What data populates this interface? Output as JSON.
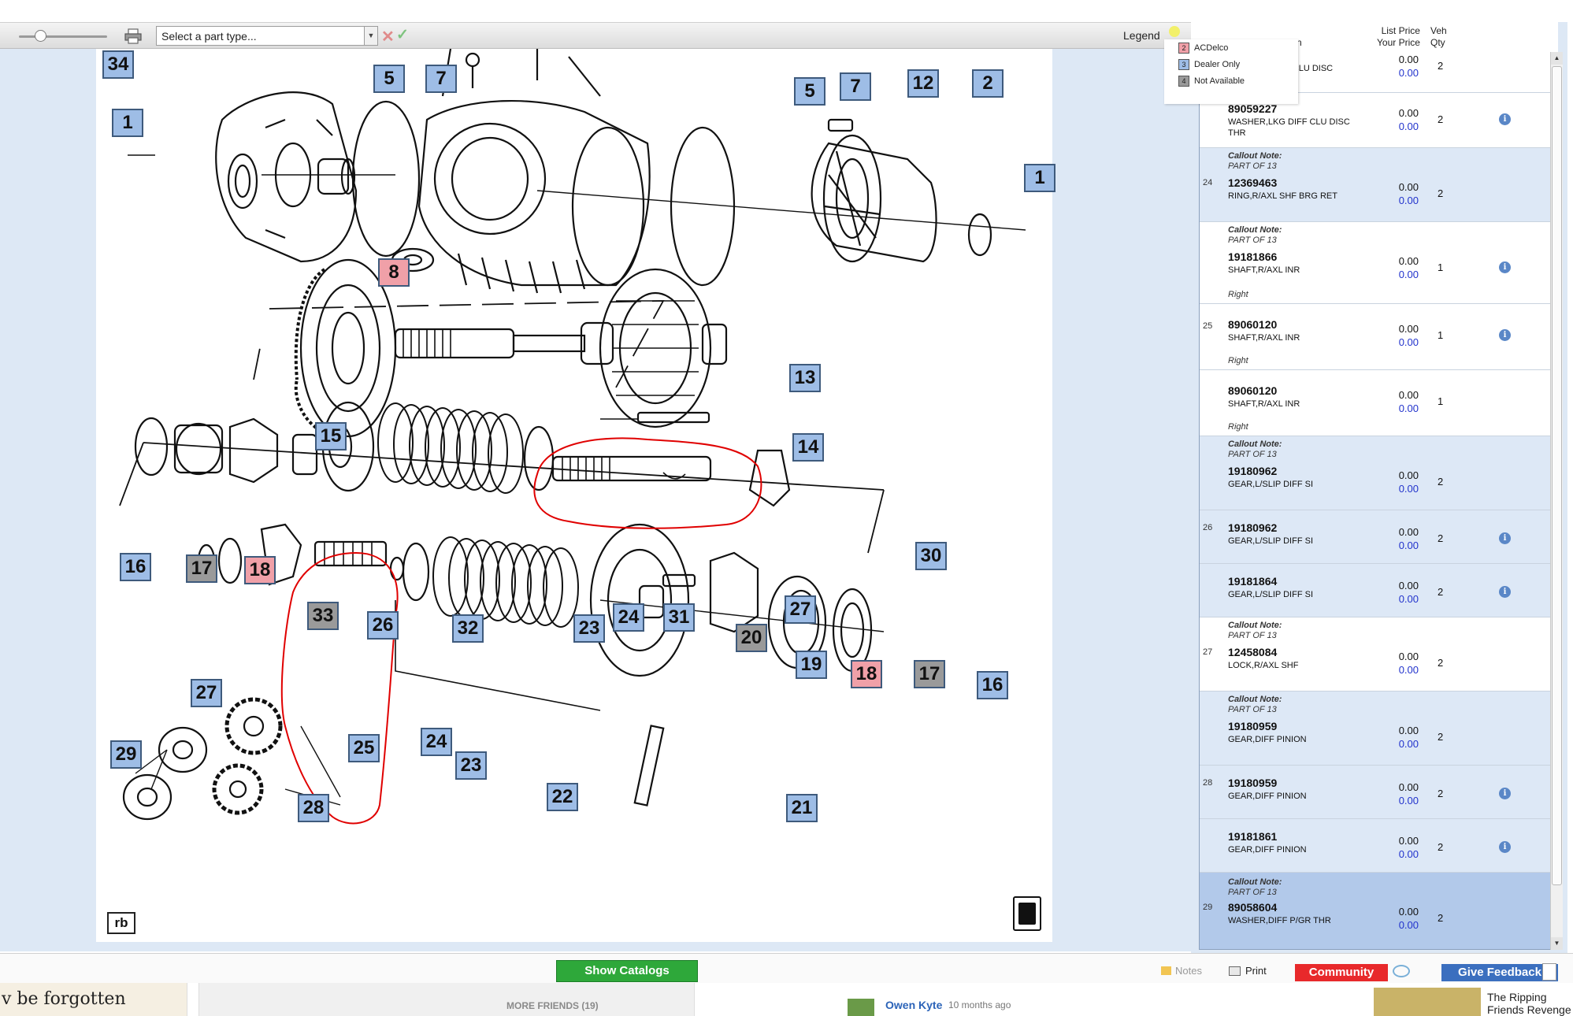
{
  "toolbar": {
    "part_type_placeholder": "Select a part type...",
    "legend_label": "Legend"
  },
  "legend": {
    "items": [
      {
        "key": "2",
        "label": "ACDelco",
        "color": "#f0a0a8"
      },
      {
        "key": "3",
        "label": "Dealer Only",
        "color": "#9ebde6"
      },
      {
        "key": "4",
        "label": "Not Available",
        "color": "#9a9a9a"
      }
    ]
  },
  "diagram": {
    "rb_label": "rb",
    "callouts": [
      {
        "n": "34",
        "t": "blue"
      },
      {
        "n": "1",
        "t": "blue"
      },
      {
        "n": "5",
        "t": "blue"
      },
      {
        "n": "7",
        "t": "blue"
      },
      {
        "n": "8",
        "t": "red"
      },
      {
        "n": "5",
        "t": "blue"
      },
      {
        "n": "7",
        "t": "blue"
      },
      {
        "n": "12",
        "t": "blue"
      },
      {
        "n": "2",
        "t": "blue"
      },
      {
        "n": "1",
        "t": "blue"
      },
      {
        "n": "13",
        "t": "blue"
      },
      {
        "n": "15",
        "t": "blue"
      },
      {
        "n": "14",
        "t": "blue"
      },
      {
        "n": "16",
        "t": "blue"
      },
      {
        "n": "17",
        "t": "gray"
      },
      {
        "n": "18",
        "t": "red"
      },
      {
        "n": "33",
        "t": "gray"
      },
      {
        "n": "26",
        "t": "blue"
      },
      {
        "n": "32",
        "t": "blue"
      },
      {
        "n": "23",
        "t": "blue"
      },
      {
        "n": "24",
        "t": "blue"
      },
      {
        "n": "31",
        "t": "blue"
      },
      {
        "n": "27",
        "t": "blue"
      },
      {
        "n": "30",
        "t": "blue"
      },
      {
        "n": "20",
        "t": "gray"
      },
      {
        "n": "19",
        "t": "blue"
      },
      {
        "n": "18",
        "t": "red"
      },
      {
        "n": "17",
        "t": "gray"
      },
      {
        "n": "16",
        "t": "blue"
      },
      {
        "n": "27",
        "t": "blue"
      },
      {
        "n": "25",
        "t": "blue"
      },
      {
        "n": "24",
        "t": "blue"
      },
      {
        "n": "23",
        "t": "blue"
      },
      {
        "n": "22",
        "t": "blue"
      },
      {
        "n": "29",
        "t": "blue"
      },
      {
        "n": "28",
        "t": "blue"
      },
      {
        "n": "21",
        "t": "blue"
      }
    ]
  },
  "parts_panel": {
    "header": {
      "col_fragment": "n",
      "list_price": "List Price",
      "your_price": "Your Price",
      "veh": "Veh",
      "qty": "Qty"
    },
    "rows": [
      {
        "style": "white",
        "callout": "",
        "note": "",
        "part_of": "",
        "number": "",
        "desc": "F CLU DISC",
        "list": "0.00",
        "your": "0.00",
        "qty": "2",
        "info": false,
        "side": ""
      },
      {
        "style": "white",
        "callout": "",
        "note": "",
        "part_of": "",
        "number": "89059227",
        "desc": "WASHER,LKG DIFF CLU DISC THR",
        "list": "0.00",
        "your": "0.00",
        "qty": "2",
        "info": true,
        "side": ""
      },
      {
        "style": "shade",
        "callout": "24",
        "note": "Callout Note:",
        "part_of": "PART OF 13",
        "number": "12369463",
        "desc": "RING,R/AXL SHF BRG RET",
        "list": "0.00",
        "your": "0.00",
        "qty": "2",
        "info": false,
        "side": ""
      },
      {
        "style": "white",
        "callout": "",
        "note": "Callout Note:",
        "part_of": "PART OF 13",
        "number": "19181866",
        "desc": "SHAFT,R/AXL INR",
        "list": "0.00",
        "your": "0.00",
        "qty": "1",
        "info": true,
        "side": "Right"
      },
      {
        "style": "white",
        "callout": "25",
        "note": "",
        "part_of": "",
        "number": "89060120",
        "desc": "SHAFT,R/AXL INR",
        "list": "0.00",
        "your": "0.00",
        "qty": "1",
        "info": true,
        "side": "Right"
      },
      {
        "style": "white",
        "callout": "",
        "note": "",
        "part_of": "",
        "number": "89060120",
        "desc": "SHAFT,R/AXL INR",
        "list": "0.00",
        "your": "0.00",
        "qty": "1",
        "info": false,
        "side": "Right"
      },
      {
        "style": "shade",
        "callout": "",
        "note": "Callout Note:",
        "part_of": "PART OF 13",
        "number": "19180962",
        "desc": "GEAR,L/SLIP DIFF SI",
        "list": "0.00",
        "your": "0.00",
        "qty": "2",
        "info": false,
        "side": ""
      },
      {
        "style": "shade",
        "callout": "26",
        "note": "",
        "part_of": "",
        "number": "19180962",
        "desc": "GEAR,L/SLIP DIFF SI",
        "list": "0.00",
        "your": "0.00",
        "qty": "2",
        "info": true,
        "side": ""
      },
      {
        "style": "shade",
        "callout": "",
        "note": "",
        "part_of": "",
        "number": "19181864",
        "desc": "GEAR,L/SLIP DIFF SI",
        "list": "0.00",
        "your": "0.00",
        "qty": "2",
        "info": true,
        "side": ""
      },
      {
        "style": "white",
        "callout": "27",
        "note": "Callout Note:",
        "part_of": "PART OF 13",
        "number": "12458084",
        "desc": "LOCK,R/AXL SHF",
        "list": "0.00",
        "your": "0.00",
        "qty": "2",
        "info": false,
        "side": ""
      },
      {
        "style": "shade",
        "callout": "",
        "note": "Callout Note:",
        "part_of": "PART OF 13",
        "number": "19180959",
        "desc": "GEAR,DIFF PINION",
        "list": "0.00",
        "your": "0.00",
        "qty": "2",
        "info": false,
        "side": ""
      },
      {
        "style": "shade",
        "callout": "28",
        "note": "",
        "part_of": "",
        "number": "19180959",
        "desc": "GEAR,DIFF PINION",
        "list": "0.00",
        "your": "0.00",
        "qty": "2",
        "info": true,
        "side": ""
      },
      {
        "style": "shade",
        "callout": "",
        "note": "",
        "part_of": "",
        "number": "19181861",
        "desc": "GEAR,DIFF PINION",
        "list": "0.00",
        "your": "0.00",
        "qty": "2",
        "info": true,
        "side": ""
      },
      {
        "style": "sel",
        "callout": "29",
        "note": "Callout Note:",
        "part_of": "PART OF 13",
        "number": "89058604",
        "desc": "WASHER,DIFF P/GR THR",
        "list": "0.00",
        "your": "0.00",
        "qty": "2",
        "info": false,
        "side": ""
      }
    ]
  },
  "footer": {
    "show_catalogs": "Show Catalogs",
    "notes": "Notes",
    "print": "Print",
    "community": "Community",
    "give_feedback": "Give Feedback"
  },
  "background_page": {
    "left_text": "v be forgotten",
    "more_friends": "MORE FRIENDS (19)",
    "user_name": "Owen Kyte",
    "time_ago": "10 months ago",
    "right_title": "The Ripping Friends Revenge"
  },
  "colors": {
    "accent_green": "#2ea83a",
    "community_red": "#e8292b",
    "feedback_blue": "#3b6fbf",
    "callout_blue": "#9ebde6",
    "callout_red": "#f0a0a8",
    "callout_gray": "#9a9a9a",
    "annotation_red": "#e00000"
  },
  "icons": [
    "print-icon",
    "clear-x-icon",
    "apply-check-icon",
    "info-icon",
    "notes-icon",
    "speech-bubble-icon",
    "thumbs-up-icon"
  ]
}
